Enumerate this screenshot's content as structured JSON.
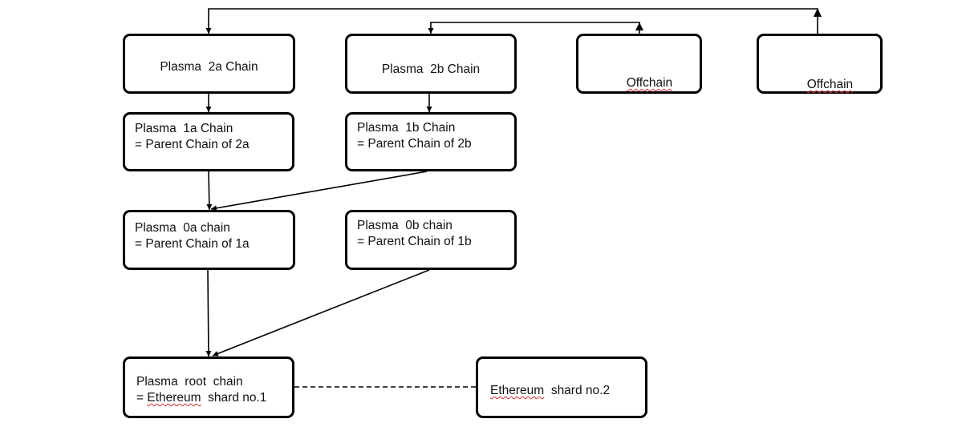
{
  "diagram": {
    "nodes": {
      "plasma_2a": {
        "line1": "Plasma  2a Chain"
      },
      "plasma_2b": {
        "line1": "Plasma  2b Chain"
      },
      "offchain_1": {
        "line1": "Offchain"
      },
      "offchain_2": {
        "line1": "Offchain"
      },
      "plasma_1a": {
        "line1": "Plasma  1a Chain",
        "line2": "= Parent Chain of 2a"
      },
      "plasma_1b": {
        "line1": "Plasma  1b Chain",
        "line2": "= Parent Chain of 2b"
      },
      "plasma_0a": {
        "line1": "Plasma  0a chain",
        "line2": "= Parent Chain of 1a"
      },
      "plasma_0b": {
        "line1": "Plasma  0b chain",
        "line2": "= Parent Chain of 1b"
      },
      "plasma_root": {
        "line1": "Plasma  root  chain",
        "line2_prefix": "= ",
        "line2_word": "Ethereum",
        "line2_suffix": "  shard no.1"
      },
      "ethereum_shard_2": {
        "word": "Ethereum",
        "suffix": "  shard no.2"
      }
    },
    "colors": {
      "border": "#000000",
      "line": "#000000",
      "text": "#111111",
      "spellcheck_underline": "#d42a2a",
      "background": "#ffffff"
    }
  }
}
